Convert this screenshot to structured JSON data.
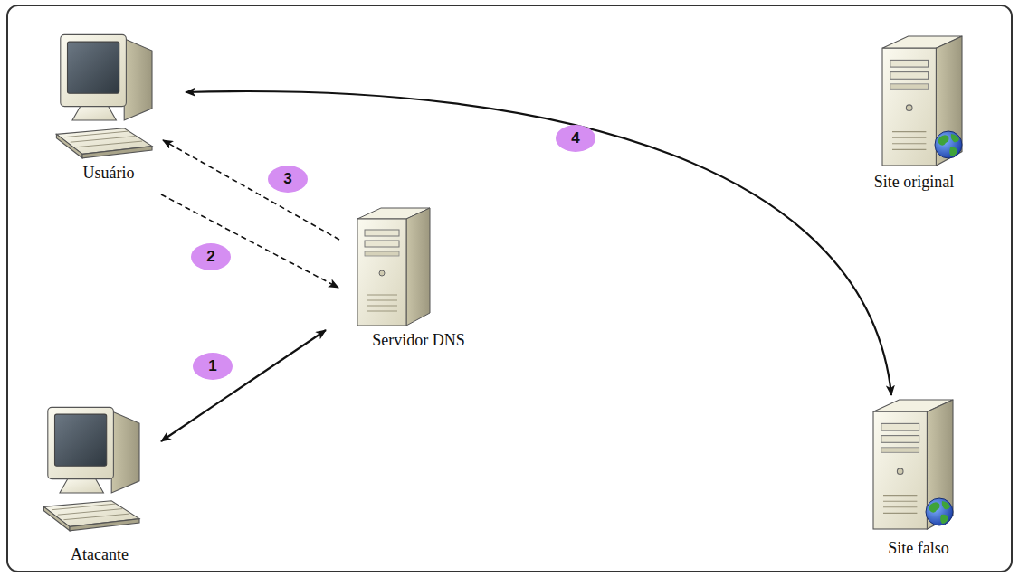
{
  "diagram": {
    "nodes": [
      {
        "text": [
          "Usuário"
        ]
      },
      {
        "text": [
          "Site original"
        ]
      },
      {
        "text": [
          "Servidor DNS"
        ]
      },
      {
        "text": [
          "Atacante"
        ]
      },
      {
        "text": [
          "Site falso"
        ]
      }
    ],
    "edges": [
      {
        "from": 3,
        "to": 2,
        "label": "1",
        "arrow": "both"
      },
      {
        "from": 0,
        "to": 2,
        "label": "2",
        "arrow": "to"
      },
      {
        "from": 2,
        "to": 0,
        "label": "3",
        "arrow": "to"
      },
      {
        "from": 0,
        "to": 4,
        "label": "4",
        "arrow": "both"
      }
    ]
  }
}
